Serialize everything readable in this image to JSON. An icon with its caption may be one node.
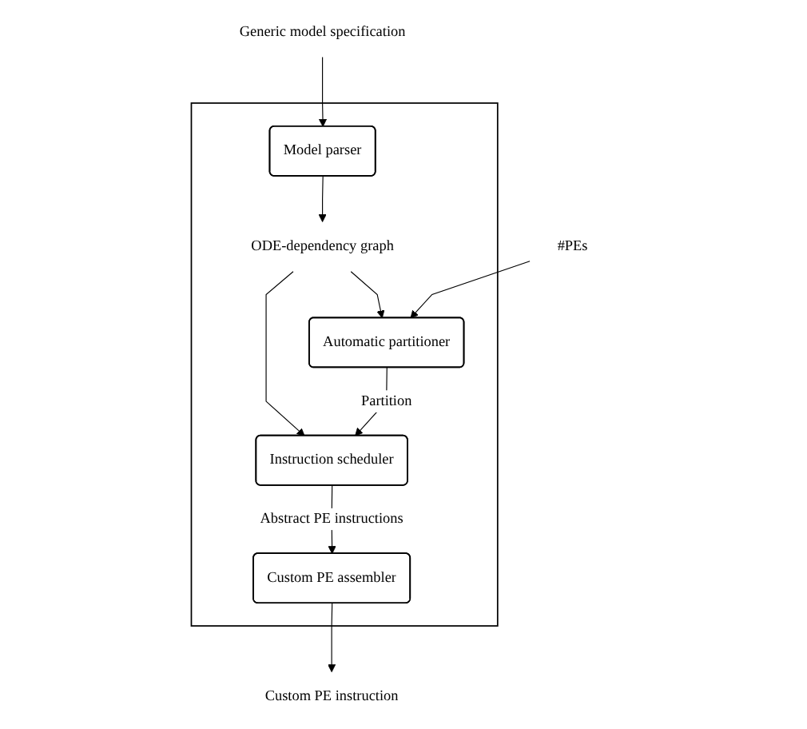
{
  "diagram": {
    "nodes": [
      {
        "text": [
          "#PEs"
        ]
      },
      {
        "text": [
          "Generic model specification"
        ]
      },
      {
        "text": [],
        "shape": "box"
      },
      {
        "text": [
          "Model parser"
        ],
        "in": 2
      },
      {
        "text": [
          "ODE-dependency graph"
        ],
        "in": 2
      },
      {
        "text": [
          "Automatic partitioner"
        ],
        "in": 2
      },
      {
        "text": [
          "Instruction scheduler"
        ],
        "in": 2
      },
      {
        "text": [
          "Custom PE assembler"
        ],
        "in": 2
      },
      {
        "text": [
          "Custom PE instruction"
        ]
      }
    ],
    "edges": [
      {
        "from": 1,
        "to": 3,
        "arrow": "to"
      },
      {
        "from": 3,
        "to": 4,
        "arrow": "to"
      },
      {
        "from": 0,
        "to": 5,
        "arrow": "to"
      },
      {
        "from": 4,
        "to": 5,
        "arrow": "to"
      },
      {
        "from": 4,
        "to": 6,
        "arrow": "to"
      },
      {
        "from": 5,
        "to": 6,
        "arrow": "to",
        "label": "Partition"
      },
      {
        "from": 6,
        "to": 7,
        "arrow": "to",
        "label": "Abstract PE instructions"
      },
      {
        "from": 7,
        "to": 8,
        "arrow": "to"
      }
    ]
  }
}
